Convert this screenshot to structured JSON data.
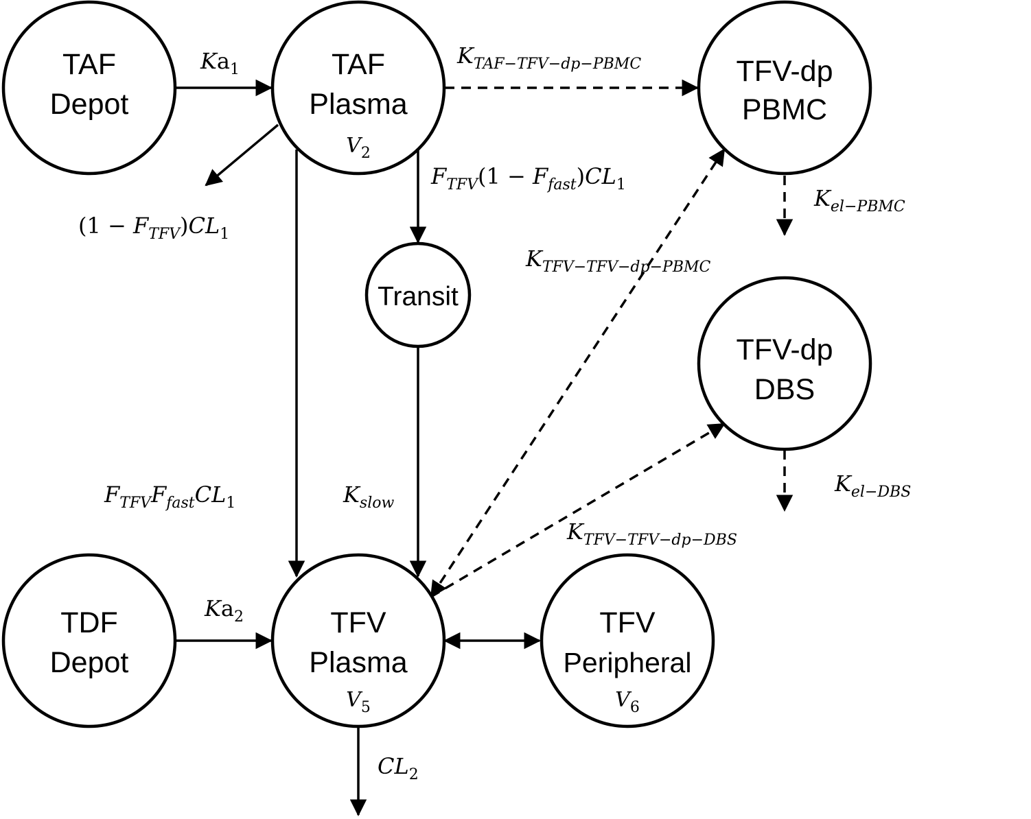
{
  "nodes": {
    "taf_depot": {
      "line1": "TAF",
      "line2": "Depot"
    },
    "taf_plasma": {
      "line1": "TAF",
      "line2": "Plasma",
      "volume": "V",
      "volume_sub": "2"
    },
    "tfv_dp_pbmc": {
      "line1": "TFV-dp",
      "line2": "PBMC"
    },
    "transit": {
      "line1": "Transit"
    },
    "tfv_dp_dbs": {
      "line1": "TFV-dp",
      "line2": "DBS"
    },
    "tdf_depot": {
      "line1": "TDF",
      "line2": "Depot"
    },
    "tfv_plasma": {
      "line1": "TFV",
      "line2": "Plasma",
      "volume": "V",
      "volume_sub": "5"
    },
    "tfv_peripheral": {
      "line1": "TFV",
      "line2": "Peripheral",
      "volume": "V",
      "volume_sub": "6"
    }
  },
  "edge_labels": {
    "ka1": {
      "main": "K",
      "a": "a",
      "sub": "1"
    },
    "ka2": {
      "main": "K",
      "a": "a",
      "sub": "2"
    },
    "k_taf_pbmc": {
      "main": "K",
      "sub": "TAF−TFV−dp−PBMC"
    },
    "one_minus_ftfv": {
      "open": "(1 − ",
      "f": "F",
      "f_sub": "TFV",
      "close": ")",
      "cl": "CL",
      "cl_sub": "1"
    },
    "ftfv_1_minus_ffast": {
      "f": "F",
      "f_sub": "TFV",
      "open": "(1 − ",
      "f2": "F",
      "f2_sub": "fast",
      "close": ")",
      "cl": "CL",
      "cl_sub": "1"
    },
    "kel_pbmc": {
      "main": "K",
      "sub": "el−PBMC"
    },
    "k_tfv_pbmc": {
      "main": "K",
      "sub": "TFV−TFV−dp−PBMC"
    },
    "ftfv_ffast": {
      "f": "F",
      "f_sub": "TFV",
      "f2": "F",
      "f2_sub": "fast",
      "cl": "CL",
      "cl_sub": "1"
    },
    "kslow": {
      "main": "K",
      "sub": "slow"
    },
    "kel_dbs": {
      "main": "K",
      "sub": "el−DBS"
    },
    "k_tfv_dbs": {
      "main": "K",
      "sub": "TFV−TFV−dp−DBS"
    },
    "cl2": {
      "main": "CL",
      "sub": "2"
    }
  }
}
